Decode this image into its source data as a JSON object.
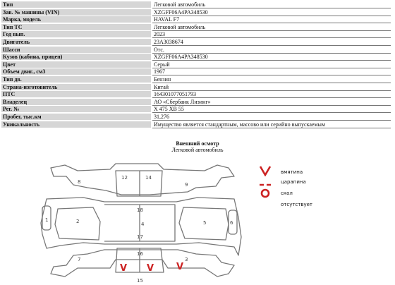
{
  "specs": [
    {
      "label": "Тип",
      "value": "Легковой автомобиль"
    },
    {
      "label": "Зав. № машины (VIN)",
      "value": "XZGFF06A4PA348530"
    },
    {
      "label": "Марка, модель",
      "value": "HAVAL F7"
    },
    {
      "label": "Тип ТС",
      "value": "Легковой автомобиль"
    },
    {
      "label": "Год вып.",
      "value": "2023"
    },
    {
      "label": "Двигатель",
      "value": "23A3038674"
    },
    {
      "label": "Шасси",
      "value": "Отс."
    },
    {
      "label": "Кузов (кабина, прицеп)",
      "value": "XZGFF06A4PA348530"
    },
    {
      "label": "Цвет",
      "value": "Серый"
    },
    {
      "label": "Объем двиг., см3",
      "value": "1967"
    },
    {
      "label": "Тип дв.",
      "value": "Бензин"
    },
    {
      "label": "Страна-изготовитель",
      "value": "Китай"
    },
    {
      "label": "ПТС",
      "value": "164301077051793"
    },
    {
      "label": "Владелец",
      "value": "АО «Сбербанк Лизинг»"
    },
    {
      "label": "Рег. №",
      "value": "Х 475 ХВ 55"
    },
    {
      "label": "Пробег, тыс.км",
      "value": "31,276"
    },
    {
      "label": "Уникальность",
      "value": "Имущество является стандартным, массово или серийно выпускаемым"
    }
  ],
  "inspection": {
    "title": "Внешний осмотр",
    "subtitle": "Легковой автомобиль"
  },
  "diagram": {
    "panel_numbers": [
      "1",
      "2",
      "3",
      "4",
      "5",
      "6",
      "7",
      "8",
      "9",
      "12",
      "14",
      "15",
      "16",
      "17",
      "18"
    ],
    "marks": [
      "V",
      "V",
      "V"
    ]
  },
  "legend": [
    {
      "symbol": "V",
      "label": "вмятина",
      "color": "#cc2222"
    },
    {
      "symbol": "- -",
      "label": "царапина",
      "color": "#cc2222"
    },
    {
      "symbol": "O",
      "label": "скол",
      "color": "#cc2222"
    },
    {
      "symbol": "",
      "label": "отсутствует",
      "color": "#cc2222"
    }
  ]
}
